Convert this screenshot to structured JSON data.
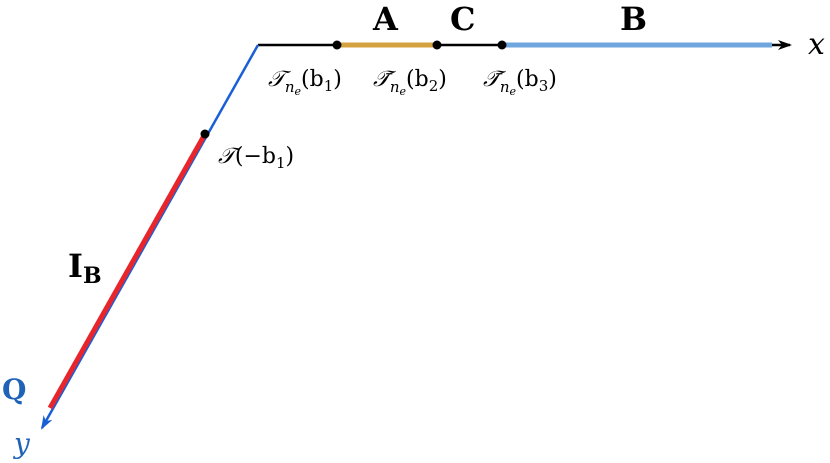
{
  "colors": {
    "black": "#000000",
    "blue_axis": "#1a5fd6",
    "red_segment": "#e8252b",
    "gold_segment": "#d4a33f",
    "lightblue_segment": "#6fa6dd",
    "label_blue": "#1f63b8"
  },
  "region_labels": {
    "A": "A",
    "C": "C",
    "B": "B",
    "IB_main": "I",
    "IB_sub": "B",
    "Q": "Q"
  },
  "axis_labels": {
    "x": "x",
    "y": "y"
  },
  "point_labels": {
    "p1": {
      "calT": "𝒯",
      "sub": "n",
      "subsub": "e",
      "arg": "(b",
      "argsub": "1",
      "close": ")"
    },
    "p2": {
      "calT": "𝒯̄",
      "sub": "n",
      "subsub": "e",
      "arg": "(b",
      "argsub": "2",
      "close": ")"
    },
    "p3": {
      "calT": "𝒯̄",
      "sub": "n",
      "subsub": "e",
      "arg": "(b",
      "argsub": "3",
      "close": ")"
    },
    "p4": {
      "calT": "𝒯",
      "arg": "(−b",
      "argsub": "1",
      "close": ")"
    }
  }
}
